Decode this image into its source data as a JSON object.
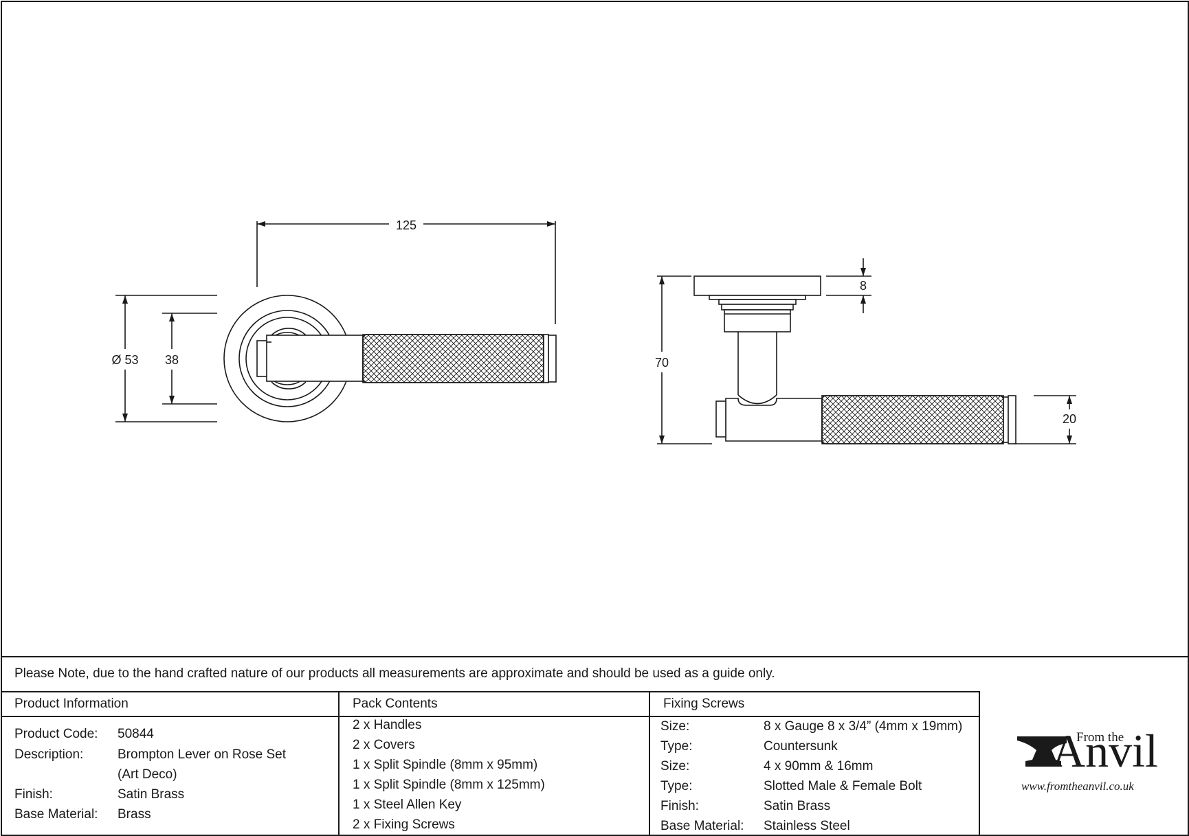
{
  "drawing": {
    "front_view": {
      "overall_length": "125",
      "rose_diameter": "Ø 53",
      "inner_diameter": "38"
    },
    "side_view": {
      "overall_height": "70",
      "rose_thickness": "8",
      "grip_diameter": "20"
    }
  },
  "note": "Please Note, due to the hand crafted nature of our products all measurements are approximate and should be used as a guide only.",
  "product_information": {
    "heading": "Product Information",
    "rows": [
      {
        "label": "Product Code:",
        "value": "50844"
      },
      {
        "label": "Description:",
        "value": "Brompton Lever on Rose Set"
      },
      {
        "label": "",
        "value": "(Art Deco)"
      },
      {
        "label": "Finish:",
        "value": "Satin Brass"
      },
      {
        "label": "Base Material:",
        "value": "Brass"
      }
    ]
  },
  "pack_contents": {
    "heading": "Pack Contents",
    "items": [
      "2 x Handles",
      "2 x Covers",
      "1 x Split Spindle (8mm x 95mm)",
      "1 x Split Spindle (8mm x 125mm)",
      "1 x Steel Allen Key",
      "2 x Fixing Screws"
    ]
  },
  "fixing_screws": {
    "heading": "Fixing Screws",
    "rows": [
      {
        "label": "Size:",
        "value": "8 x Gauge 8 x 3/4” (4mm x 19mm)"
      },
      {
        "label": "Type:",
        "value": "Countersunk"
      },
      {
        "label": "Size:",
        "value": "4 x 90mm & 16mm"
      },
      {
        "label": "Type:",
        "value": "Slotted Male & Female Bolt"
      },
      {
        "label": "Finish:",
        "value": "Satin Brass"
      },
      {
        "label": "Base Material:",
        "value": "Stainless Steel"
      }
    ]
  },
  "logo": {
    "from_the": "From the",
    "brand": "Anvil",
    "url": "www.fromtheanvil.co.uk"
  }
}
